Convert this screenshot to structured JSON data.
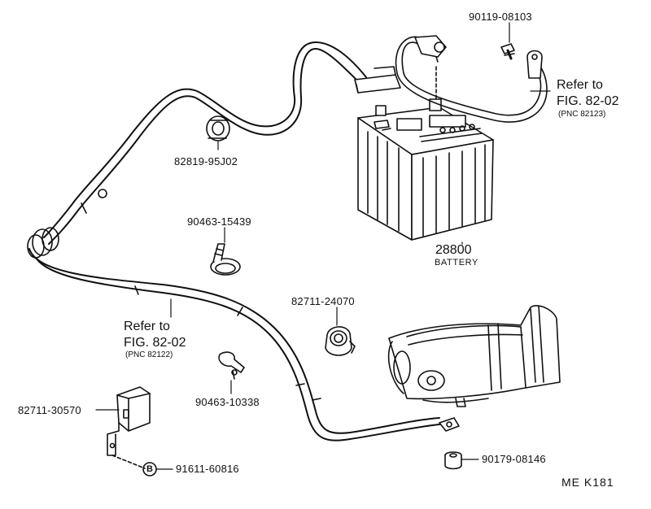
{
  "parts": {
    "terminal_bolt": "90119-08103",
    "grommet": "82819-95J02",
    "cable_clamp": "90463-15439",
    "battery_no": "28800",
    "battery_name": "BATTERY",
    "protector": "82711-24070",
    "wire_clamp": "90463-10338",
    "bracket": "82711-30570",
    "bolt": "91611-60816",
    "bolt_marker": "B",
    "cap": "90179-08146"
  },
  "refs": {
    "right": {
      "refer": "Refer to",
      "fig": "FIG. 82-02",
      "pnc": "(PNC 82123)"
    },
    "left": {
      "refer": "Refer to",
      "fig": "FIG. 82-02",
      "pnc": "(PNC 82122)"
    }
  },
  "drawing_code": "ME  K181",
  "colors": {
    "ink": "#111111",
    "background": "#ffffff"
  }
}
